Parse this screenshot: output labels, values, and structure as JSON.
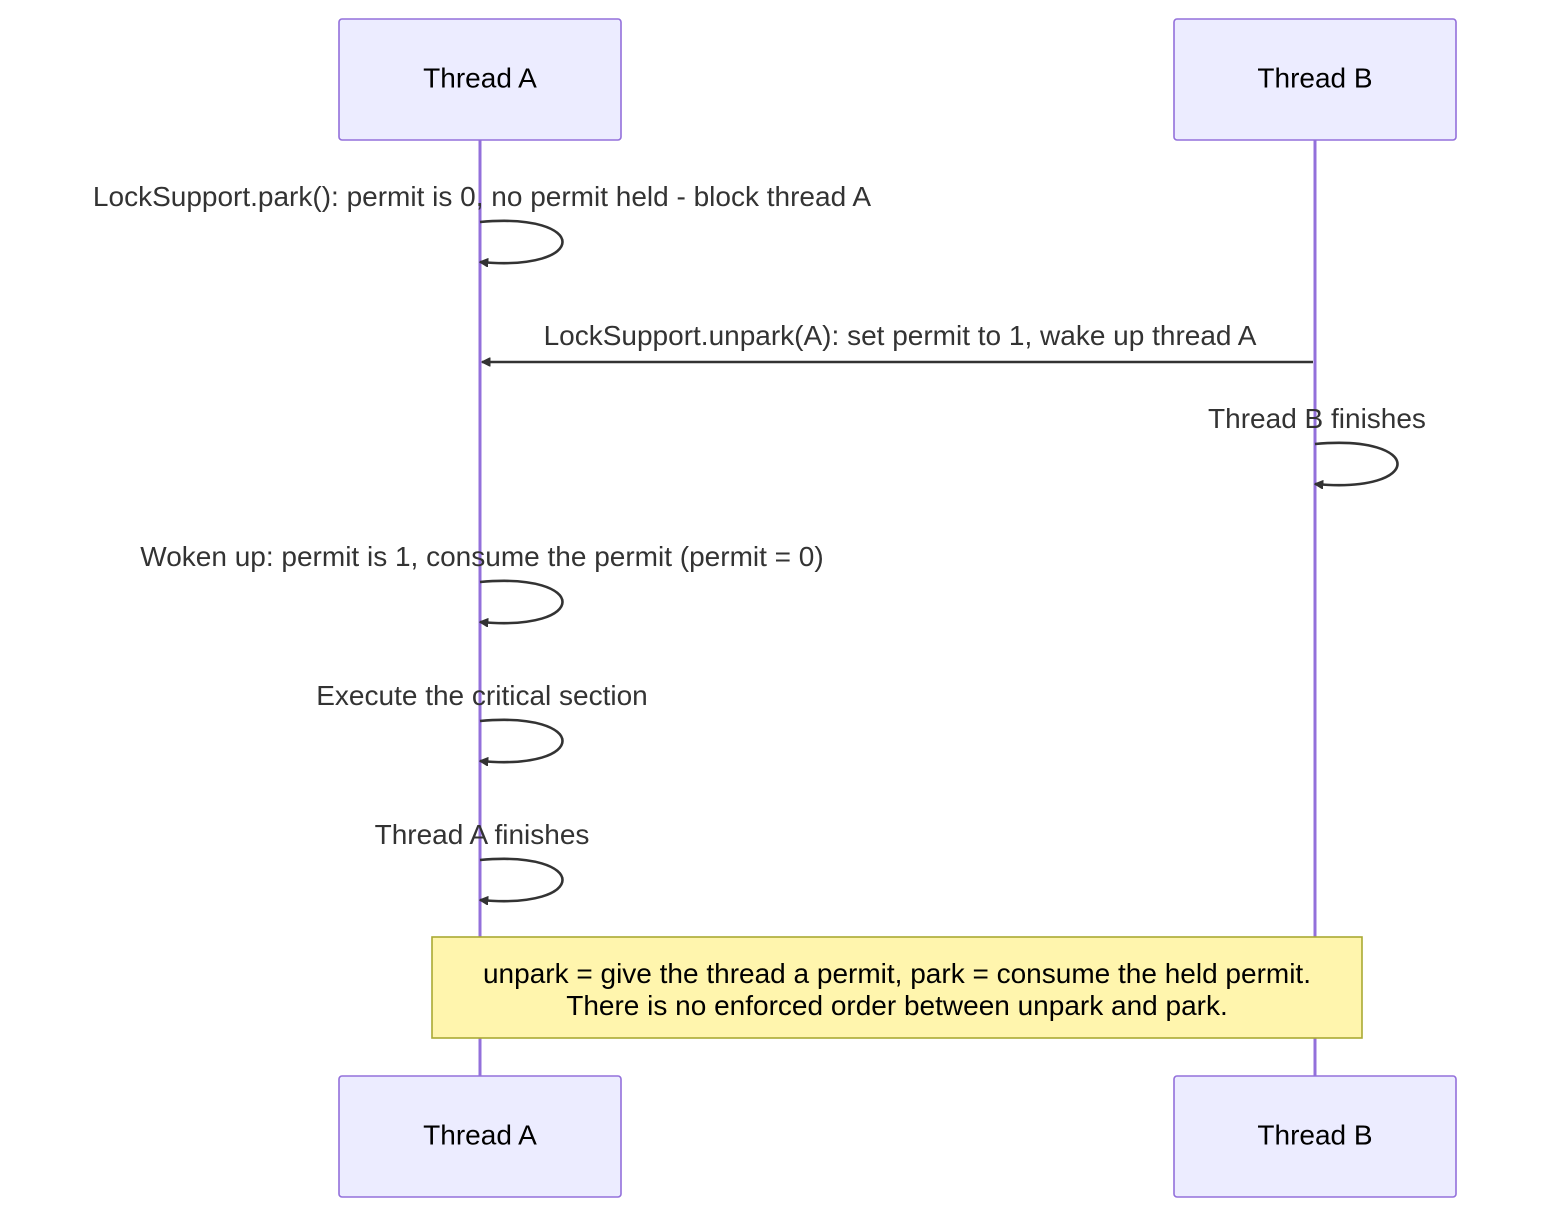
{
  "participants": [
    {
      "id": "A",
      "label": "Thread A"
    },
    {
      "id": "B",
      "label": "Thread B"
    }
  ],
  "messages": [
    {
      "from": "A",
      "to": "A",
      "text": "LockSupport.park(): permit is 0, no permit held - block thread A"
    },
    {
      "from": "B",
      "to": "A",
      "text": "LockSupport.unpark(A): set permit to 1, wake up thread A"
    },
    {
      "from": "B",
      "to": "B",
      "text": "Thread B finishes"
    },
    {
      "from": "A",
      "to": "A",
      "text": "Woken up: permit is 1, consume the permit (permit = 0)"
    },
    {
      "from": "A",
      "to": "A",
      "text": "Execute the critical section"
    },
    {
      "from": "A",
      "to": "A",
      "text": "Thread A finishes"
    }
  ],
  "note": {
    "over": [
      "A",
      "B"
    ],
    "lines": [
      "unpark = give the thread a permit, park = consume the held permit.",
      "There is no enforced order between unpark and park."
    ]
  },
  "colors": {
    "actor_fill": "#ECECFF",
    "actor_border": "#9370DB",
    "lifeline": "#9370DB",
    "message": "#333333",
    "note_fill": "#FFF5AD",
    "note_border": "#AAAA33"
  }
}
